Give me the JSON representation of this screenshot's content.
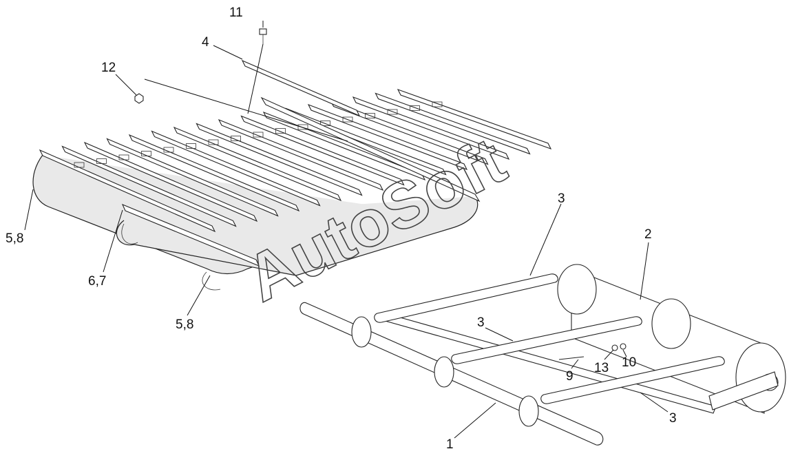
{
  "diagram": {
    "watermark": "AutoSoft",
    "callouts": [
      {
        "id": "c11",
        "label": "11"
      },
      {
        "id": "c4",
        "label": "4"
      },
      {
        "id": "c12",
        "label": "12"
      },
      {
        "id": "c58a",
        "label": "5,8"
      },
      {
        "id": "c67",
        "label": "6,7"
      },
      {
        "id": "c58b",
        "label": "5,8"
      },
      {
        "id": "c3a",
        "label": "3"
      },
      {
        "id": "c2",
        "label": "2"
      },
      {
        "id": "c3b",
        "label": "3"
      },
      {
        "id": "c9",
        "label": "9"
      },
      {
        "id": "c13",
        "label": "13"
      },
      {
        "id": "c10",
        "label": "10"
      },
      {
        "id": "c3c",
        "label": "3"
      },
      {
        "id": "c1",
        "label": "1"
      }
    ]
  }
}
